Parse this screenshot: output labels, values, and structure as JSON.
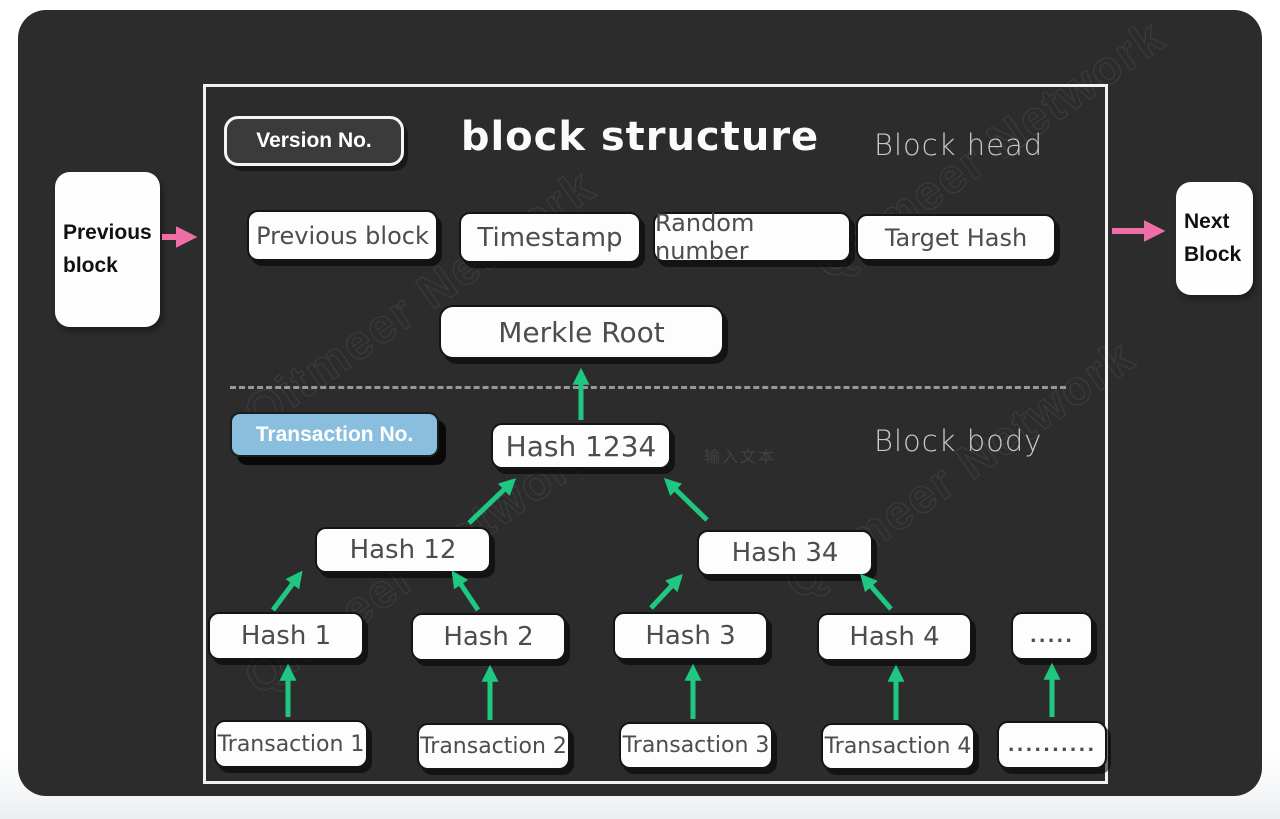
{
  "title": "block structure",
  "watermark": "Qitmeer Network",
  "sections": {
    "head_label": "Block head",
    "body_label": "Block body",
    "ghost_placeholder": "输入文本"
  },
  "outer": {
    "previous_block": "Previous block",
    "next_block": "Next Block"
  },
  "block_head": {
    "version": "Version No.",
    "fields": [
      "Previous block",
      "Timestamp",
      "Random number",
      "Target Hash"
    ],
    "merkle_root": "Merkle Root"
  },
  "block_body": {
    "transaction_no": "Transaction No.",
    "root_hash": "Hash 1234",
    "pair_hashes": [
      "Hash 12",
      "Hash 34"
    ],
    "leaf_hashes": [
      "Hash 1",
      "Hash 2",
      "Hash 3",
      "Hash 4",
      "....."
    ],
    "transactions": [
      "Transaction 1",
      "Transaction 2",
      "Transaction 3",
      "Transaction 4",
      ".........."
    ]
  },
  "colors": {
    "panel_background": "#2c2c2c",
    "box_fill": "#fdfdfd",
    "box_border": "#141414",
    "arrow_green": "#1fc881",
    "arrow_pink": "#ef6ea8",
    "badge_blue": "#8abede",
    "divider_gray": "#989898"
  }
}
